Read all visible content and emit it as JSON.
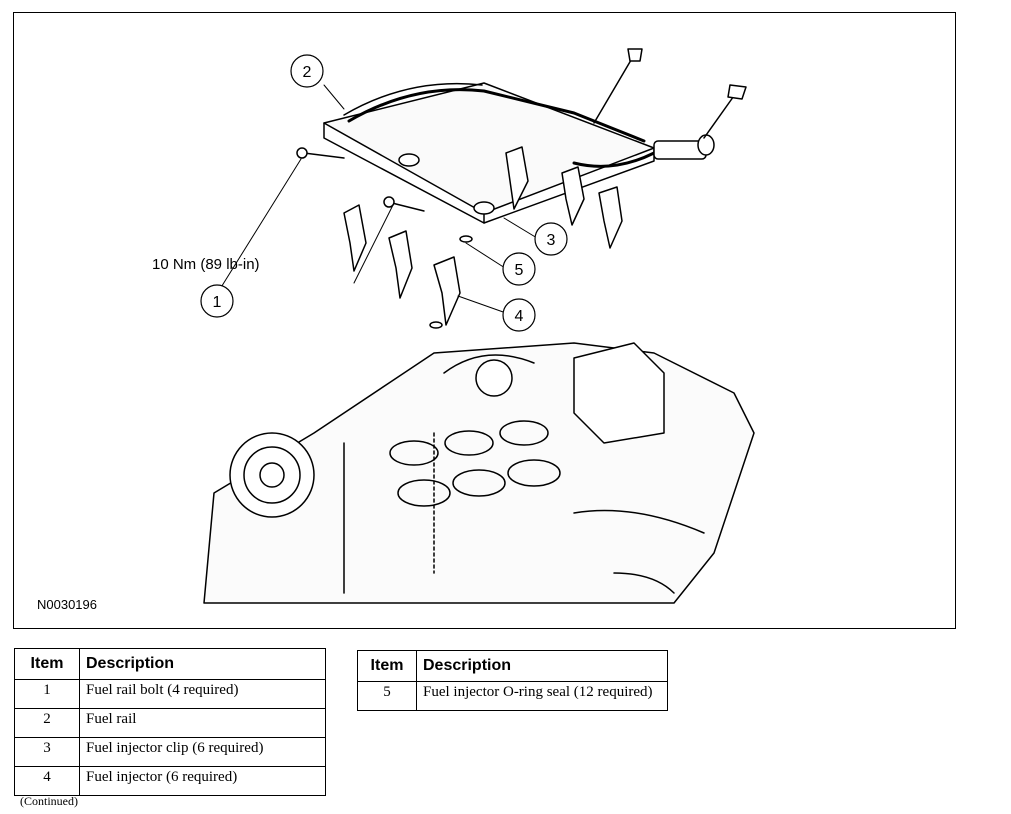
{
  "figure": {
    "figure_id": "N0030196",
    "torque_spec": "10 Nm (89 lb-in)",
    "callouts": [
      "1",
      "2",
      "3",
      "4",
      "5"
    ]
  },
  "table1": {
    "header_item": "Item",
    "header_description": "Description",
    "rows": [
      {
        "item": "1",
        "description": "Fuel rail bolt (4 required)"
      },
      {
        "item": "2",
        "description": "Fuel rail"
      },
      {
        "item": "3",
        "description": "Fuel injector clip (6 required)"
      },
      {
        "item": "4",
        "description": "Fuel injector (6 required)"
      }
    ]
  },
  "table2": {
    "header_item": "Item",
    "header_description": "Description",
    "rows": [
      {
        "item": "5",
        "description": "Fuel injector O-ring seal (12 required)"
      }
    ]
  },
  "footer": {
    "continued": "(Continued)"
  }
}
